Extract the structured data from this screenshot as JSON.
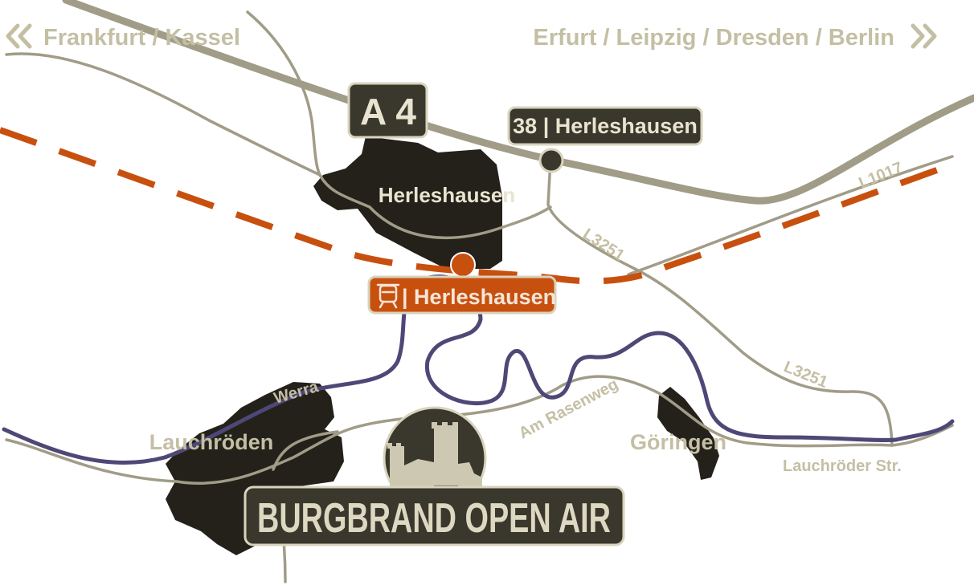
{
  "directions": {
    "west": "Frankfurt / Kassel",
    "east": "Erfurt / Leipzig / Dresden / Berlin",
    "west_icon": "double-chevron-left-icon",
    "east_icon": "double-chevron-right-icon"
  },
  "motorway": {
    "label": "A 4",
    "exit_label": "38 | Herleshausen"
  },
  "station": {
    "label": "| Herleshausen",
    "icon": "train-icon"
  },
  "places": {
    "herleshausen": "Herleshausen",
    "lauchroeden": "Lauchröden",
    "goeringen": "Göringen"
  },
  "roads": {
    "l1017": "L1017",
    "l3251_north": "L3251",
    "l3251_south": "L3251",
    "am_rasenweg": "Am Rasenweg",
    "lauchroeder_str": "Lauchröder Str."
  },
  "river": {
    "name": "Werra"
  },
  "venue": {
    "label": "BURGBRAND OPEN AIR",
    "icon": "castle-ruin-icon"
  },
  "colors": {
    "town": "#23211a",
    "road": "#a19c87",
    "river": "#4e4877",
    "rail": "#c8500f",
    "label_text": "#c4bfa4",
    "badge_fill": "#3a372c",
    "badge_border": "#d8d3bc"
  }
}
